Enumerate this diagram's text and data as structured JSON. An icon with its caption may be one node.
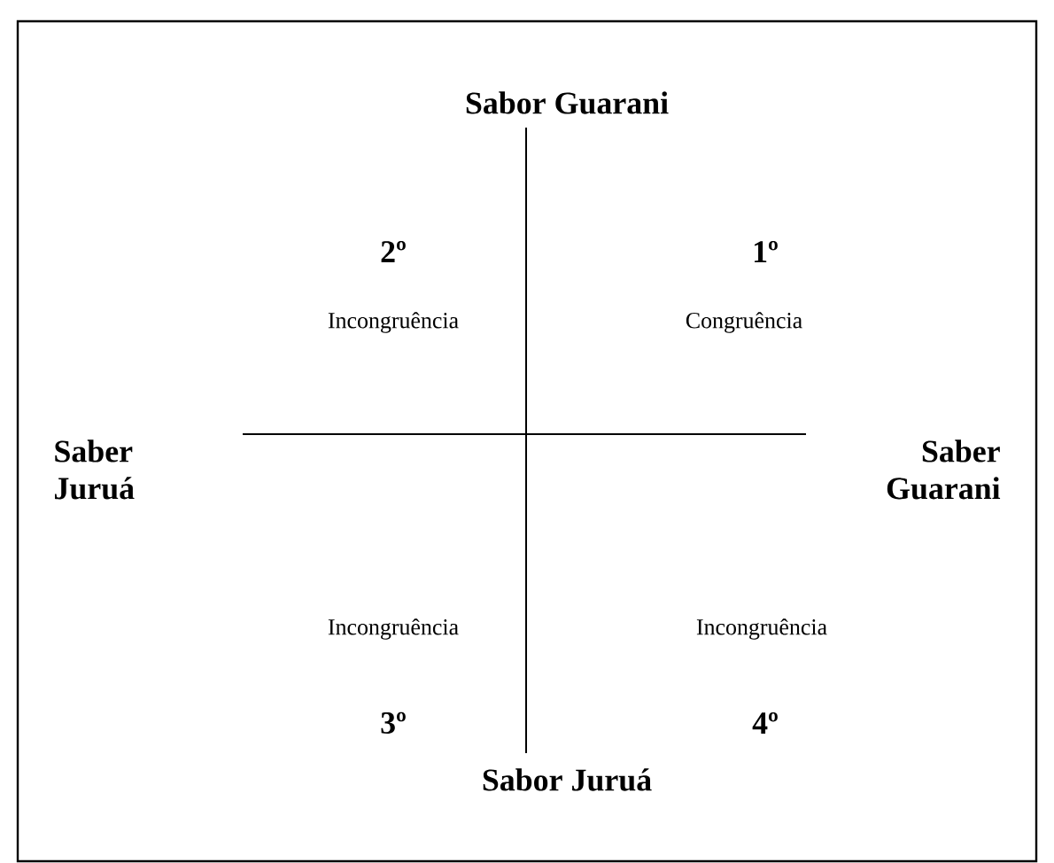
{
  "diagram": {
    "labels": [
      "Sabor Guarani",
      "2º",
      "1º",
      "Incongruência",
      "Congruência",
      "Saber Juruá",
      "Saber Guarani",
      "Incongruência",
      "Incongruência",
      "3º",
      "4º",
      "Sabor Juruá"
    ]
  }
}
